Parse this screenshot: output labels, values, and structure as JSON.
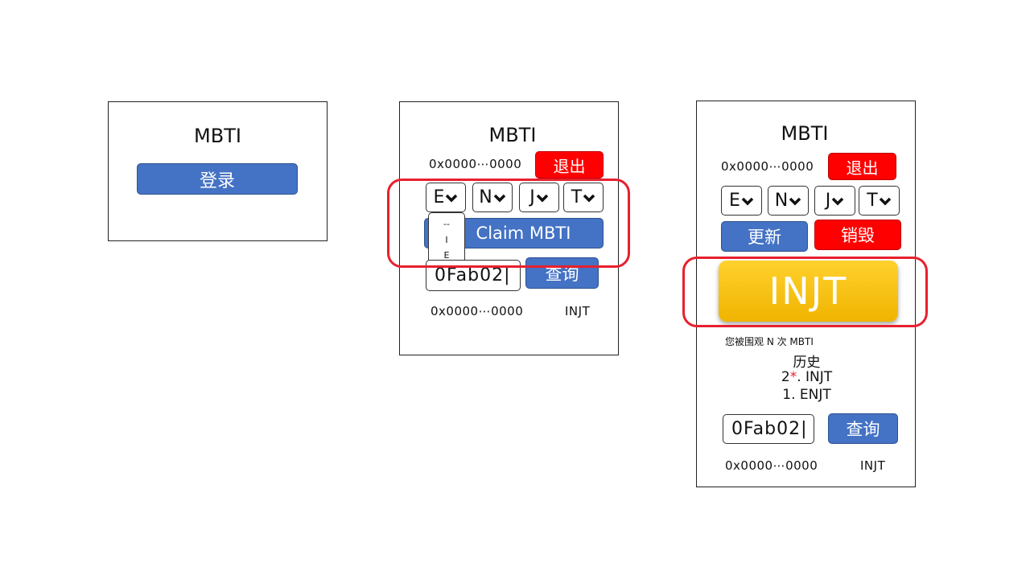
{
  "screen1": {
    "title": "MBTI",
    "login_label": "登录"
  },
  "screen2": {
    "title": "MBTI",
    "address": "0x0000⋯0000",
    "logout_label": "退出",
    "selects": [
      "E",
      "N",
      "J",
      "T"
    ],
    "dropdown_options": [
      "--",
      "I",
      "E"
    ],
    "claim_label": "Claim MBTI",
    "query_input_value": "0Fab02|",
    "query_label": "查询",
    "footer_address": "0x0000⋯0000",
    "footer_type": "INJT"
  },
  "screen3": {
    "title": "MBTI",
    "address": "0x0000⋯0000",
    "logout_label": "退出",
    "selects": [
      "E",
      "N",
      "J",
      "T"
    ],
    "update_label": "更新",
    "destroy_label": "销毁",
    "mbti_result": "INJT",
    "viewed_text": "您被围观 N 次 MBTI",
    "history_title": "历史",
    "history": [
      {
        "index": "2",
        "star": "*",
        "type": ". INJT"
      },
      {
        "index": "1",
        "star": "",
        "type": ".  ENJT"
      }
    ],
    "query_input_value": "0Fab02|",
    "query_label": "查询",
    "footer_address": "0x0000⋯0000",
    "footer_type": "INJT"
  },
  "colors": {
    "blue": "#4472c4",
    "red": "#ff0000",
    "highlight": "#e8202e",
    "gold": "#f5be10"
  }
}
